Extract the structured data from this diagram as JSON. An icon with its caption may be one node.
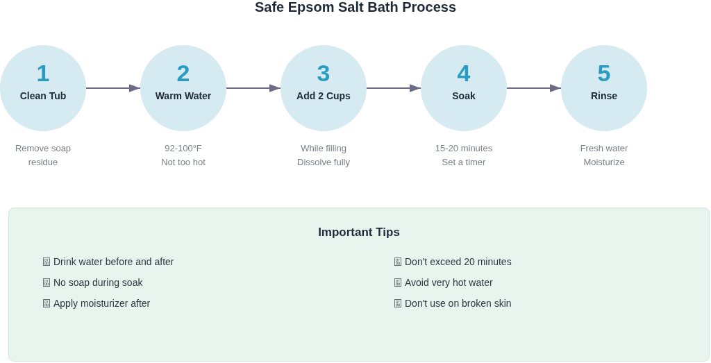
{
  "diagram": {
    "title": "Safe Epsom Salt Bath Process",
    "nodes": [
      {
        "text": [
          "1",
          "Clean Tub"
        ],
        "beside": [
          "Remove soap residue"
        ]
      },
      {
        "text": [
          "2",
          "Warm Water"
        ],
        "beside": [
          "92-100°F",
          "Not too hot"
        ]
      },
      {
        "text": [
          "3",
          "Add 2 Cups"
        ],
        "beside": [
          "While filling",
          "Dissolve fully"
        ]
      },
      {
        "text": [
          "4",
          "Soak"
        ],
        "beside": [
          "15-20 minutes",
          "Set a timer"
        ]
      },
      {
        "text": [
          "5",
          "Rinse"
        ],
        "beside": [
          "Fresh water",
          "Moisturize"
        ]
      },
      {
        "text": [
          "Important Tips",
          "Drink water before and after",
          "Don't exceed 20 minutes",
          "No soap during soak",
          "Avoid very hot water",
          "Apply moisturizer after",
          "Don't use on broken skin"
        ]
      }
    ],
    "edges": [
      {
        "from": 0,
        "to": 1,
        "arrow": "to"
      },
      {
        "from": 1,
        "to": 2,
        "arrow": "to"
      },
      {
        "from": 2,
        "to": 3,
        "arrow": "to"
      },
      {
        "from": 3,
        "to": 4,
        "arrow": "to"
      }
    ]
  }
}
